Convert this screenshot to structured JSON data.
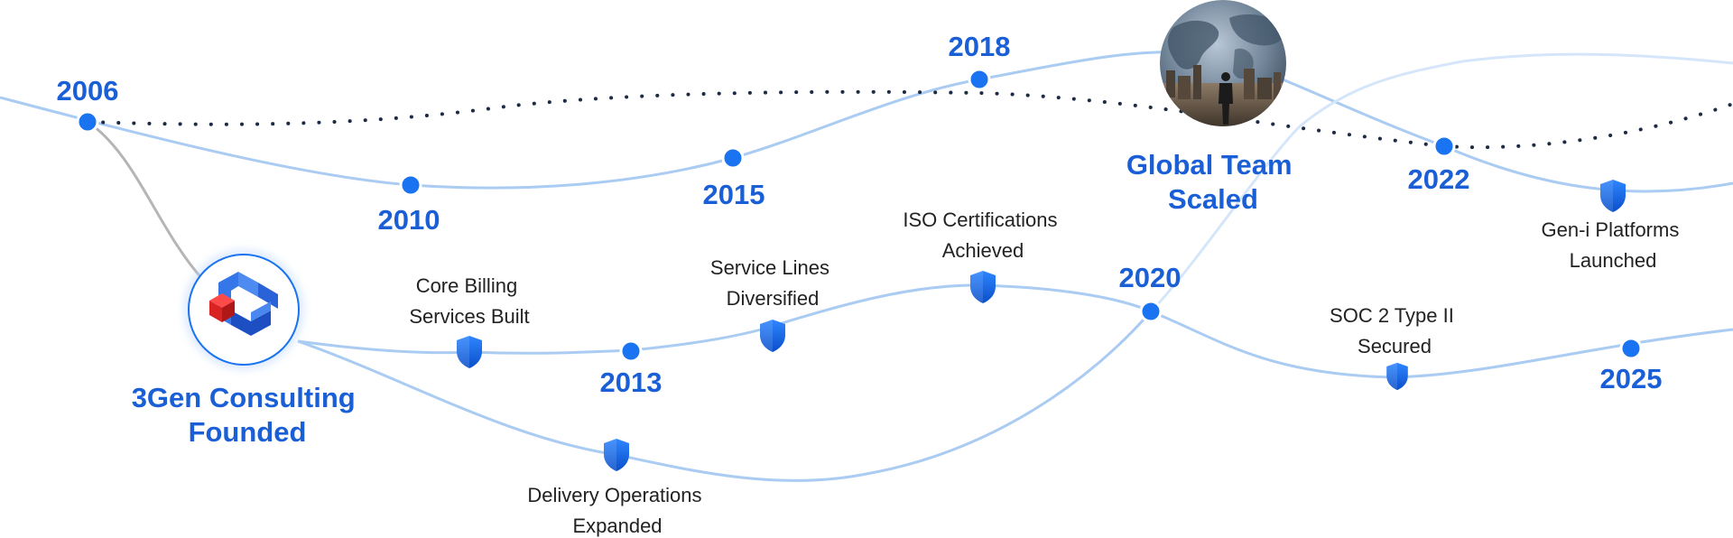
{
  "colors": {
    "accent": "#1a73f0",
    "label": "#1a5fd6",
    "path": "#aacbf2",
    "dotted": "#1e2b45",
    "text": "#222222"
  },
  "years": {
    "y2006": "2006",
    "y2010": "2010",
    "y2013": "2013",
    "y2015": "2015",
    "y2018": "2018",
    "y2020": "2020",
    "y2022": "2022",
    "y2025": "2025"
  },
  "founded": {
    "line1": "3Gen Consulting",
    "line2": "Founded",
    "logo_icon": "3gen-logo-icon"
  },
  "global": {
    "line1": "Global Team",
    "line2": "Scaled",
    "image_icon": "globe-businessman-image"
  },
  "milestones": {
    "core_billing": {
      "line1": "Core Billing",
      "line2": "Services Built"
    },
    "service_lines": {
      "line1": "Service Lines",
      "line2": "Diversified"
    },
    "iso": {
      "line1": "ISO Certifications",
      "line2": "Achieved"
    },
    "soc2": {
      "line1": "SOC 2 Type II",
      "line2": "Secured"
    },
    "geni": {
      "line1": "Gen-i Platforms",
      "line2": "Launched"
    },
    "delivery": {
      "line1": "Delivery Operations",
      "line2": "Expanded"
    }
  },
  "icons": {
    "milestone": "shield-icon",
    "year_marker": "dot-icon"
  }
}
